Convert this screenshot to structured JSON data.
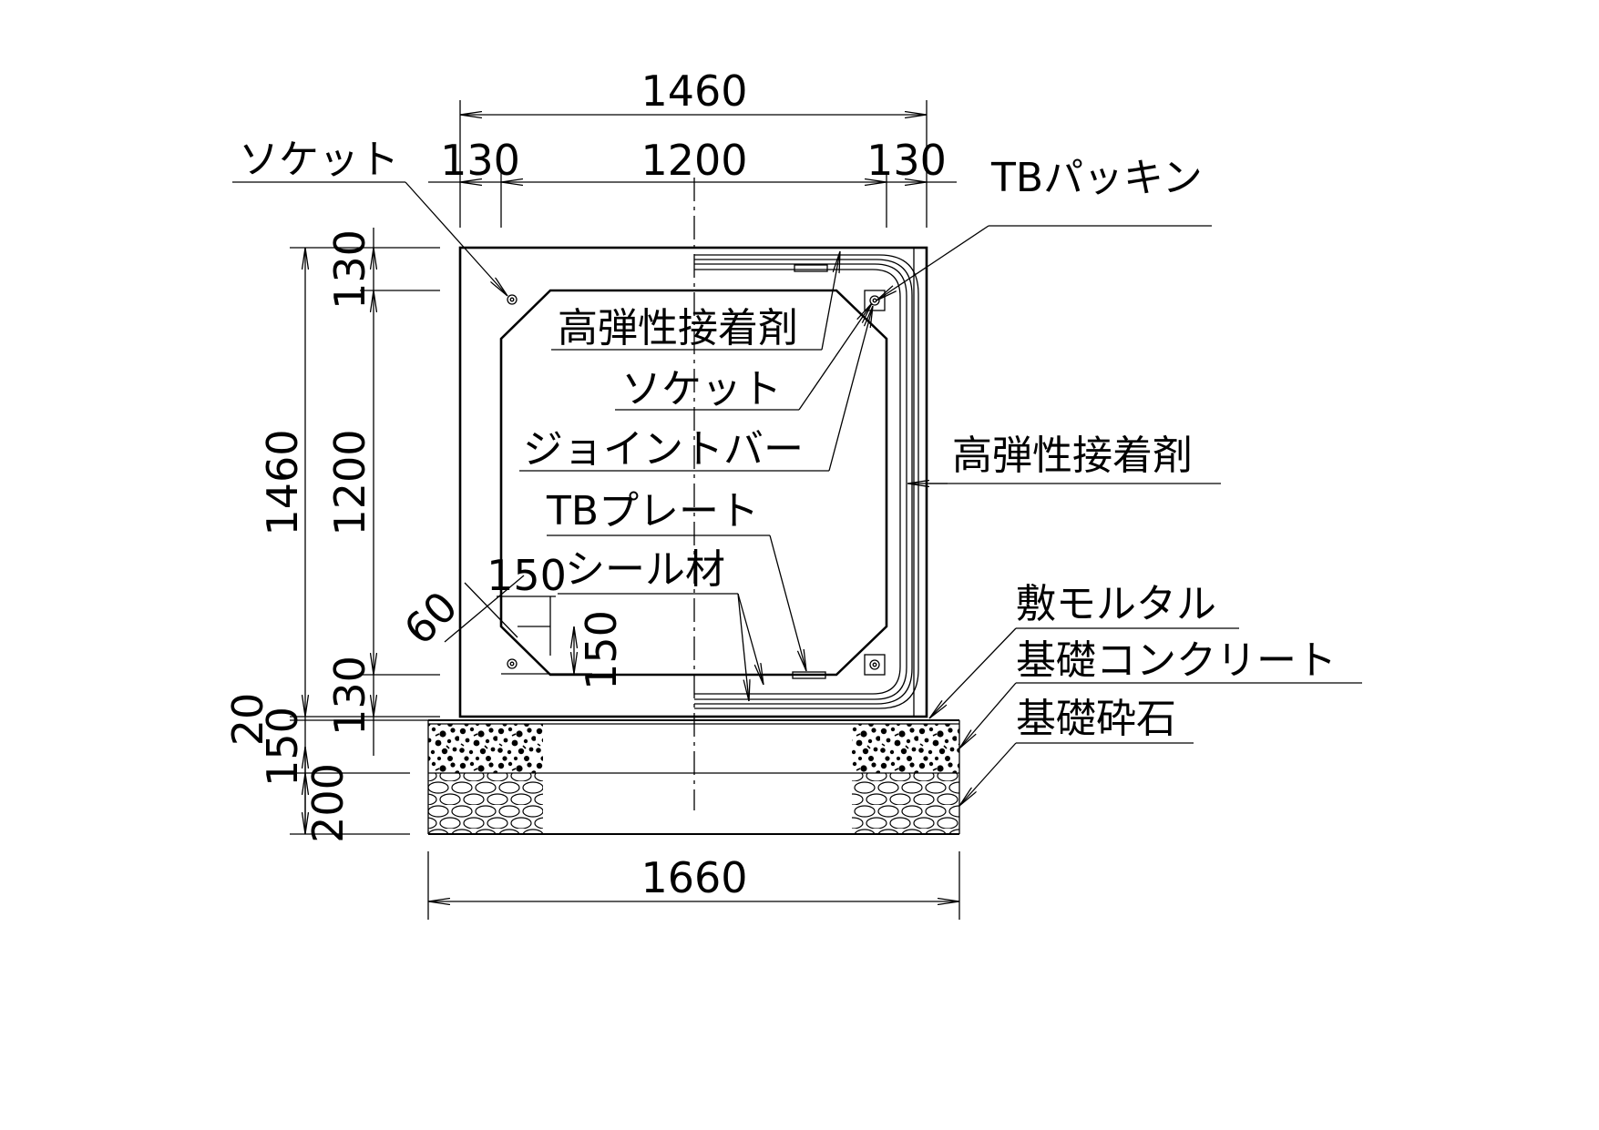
{
  "dimensions": {
    "top_overall": "1460",
    "top_left_wall": "130",
    "top_inner": "1200",
    "top_right_wall": "130",
    "left_overall": "1460",
    "left_top_wall": "130",
    "left_inner": "1200",
    "left_bottom_wall": "130",
    "chamfer_h": "150",
    "chamfer_v": "150",
    "chamfer_diag": "60",
    "mortar_thk": "20",
    "concrete_thk": "150",
    "gravel_thk": "200",
    "base_width": "1660"
  },
  "labels": {
    "socket_top_left": "ソケット",
    "tb_packing": "TBパッキン",
    "adhesive_inner": "高弾性接着剤",
    "socket_inner": "ソケット",
    "joint_bar": "ジョイントバー",
    "adhesive_outer": "高弾性接着剤",
    "tb_plate": "TBプレート",
    "sealant": "シール材",
    "bedding_mortar": "敷モルタル",
    "foundation_concrete": "基礎コンクリート",
    "foundation_gravel": "基礎砕石"
  }
}
